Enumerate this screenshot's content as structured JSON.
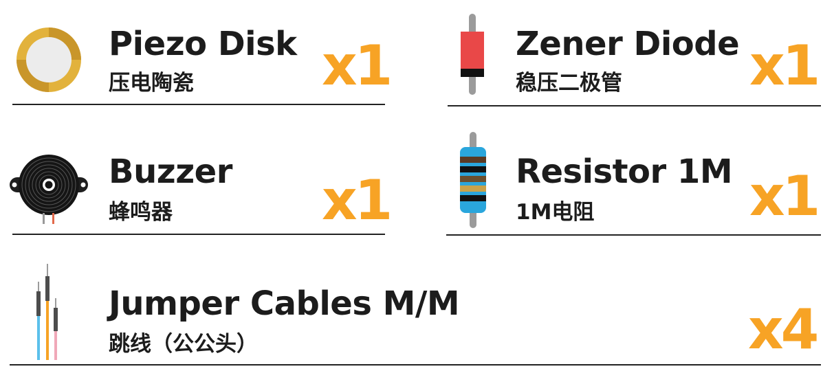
{
  "items": [
    {
      "name": "Piezo Disk",
      "name_cn": "压电陶瓷",
      "qty": "x1",
      "icon": "piezo-disk-icon"
    },
    {
      "name": "Zener Diode",
      "name_cn": "稳压二极管",
      "qty": "x1",
      "icon": "zener-diode-icon"
    },
    {
      "name": "Buzzer",
      "name_cn": "蜂鸣器",
      "qty": "x1",
      "icon": "buzzer-icon"
    },
    {
      "name": "Resistor 1M",
      "name_cn": "1M电阻",
      "qty": "x1",
      "icon": "resistor-icon"
    },
    {
      "name": "Jumper Cables M/M",
      "name_cn": "跳线（公公头）",
      "qty": "x4",
      "icon": "jumper-cables-icon"
    }
  ],
  "colors": {
    "accent": "#f7a325",
    "text": "#1c1c1c",
    "piezo_gold": "#e2b23c",
    "diode_red": "#e94848",
    "resistor_blue": "#2aa6dc"
  }
}
